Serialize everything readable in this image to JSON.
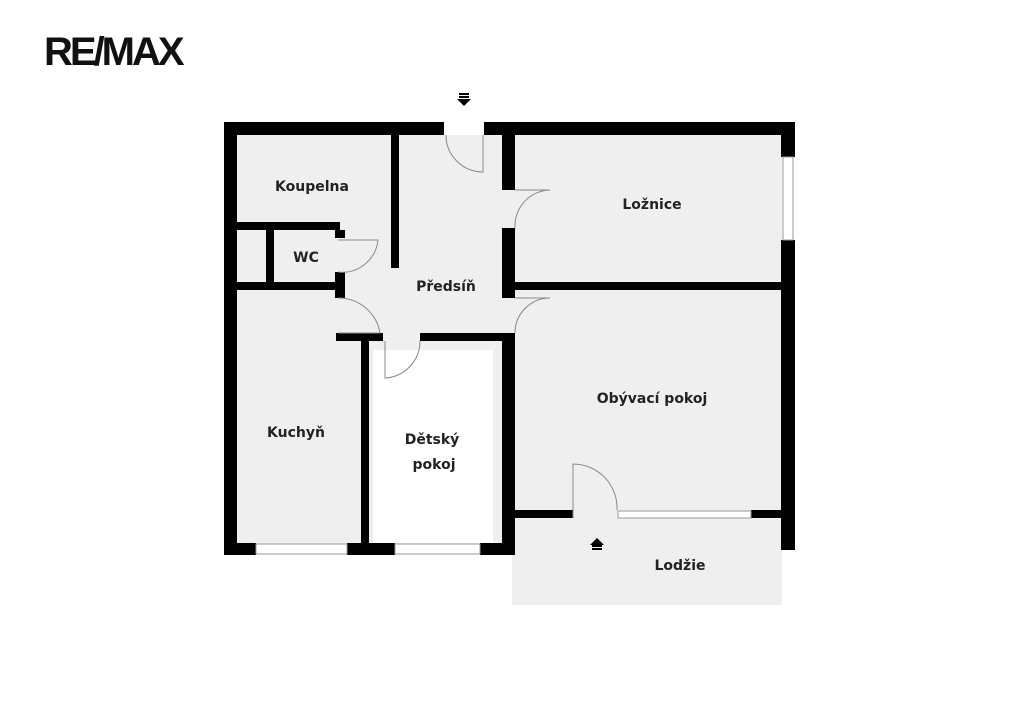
{
  "logo": "RE/MAX",
  "rooms": {
    "koupelna": "Koupelna",
    "wc": "WC",
    "predsin": "Předsíň",
    "loznice": "Ložnice",
    "kuchyn": "Kuchyň",
    "detsky_pokoj_1": "Dětský",
    "detsky_pokoj_2": "pokoj",
    "obyvaci_pokoj": "Obývací pokoj",
    "lodzie": "Lodžie"
  },
  "colors": {
    "wall": "#000000",
    "floor": "#efefef"
  },
  "icons": [
    "entrance-arrow-icon",
    "loggia-entrance-arrow-icon"
  ]
}
